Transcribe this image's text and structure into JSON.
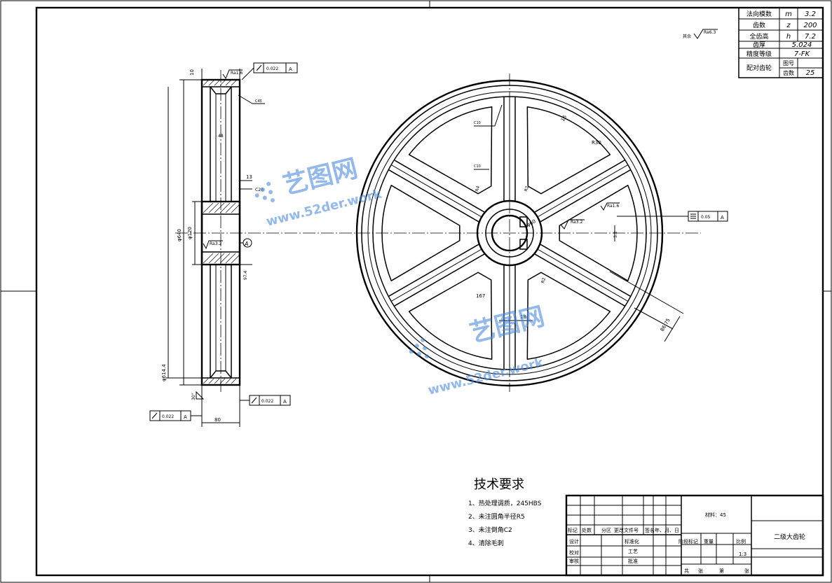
{
  "params_table": {
    "rows": [
      {
        "label": "法向模数",
        "symbol": "m",
        "value": "3.2"
      },
      {
        "label": "齿数",
        "symbol": "z",
        "value": "200"
      },
      {
        "label": "全齿高",
        "symbol": "h",
        "value": "7.2"
      },
      {
        "label": "齿厚",
        "symbol": "",
        "value": "5.024"
      },
      {
        "label": "精度等级",
        "symbol": "",
        "value": "7-FK"
      }
    ],
    "mating_label": "配对齿轮",
    "mating_drawing_no_label": "图号",
    "mating_teeth_label": "齿数",
    "mating_teeth_value": "25"
  },
  "surface_note": {
    "rest": "其余",
    "roughness": "Ra6.3"
  },
  "side_view": {
    "top_width": "10",
    "roughness_top": "Ra1.6",
    "runout_top": "0.022",
    "datum": "A",
    "chamfer_right": "C45",
    "inner_dim": "48",
    "hub_width": "13",
    "hub_chamfer": "C20",
    "outer_diameter": "φ640",
    "hub_diameter": "φ120",
    "bore_roughness": "Ra3.2",
    "datum_circle": "A",
    "keyway_dim": "97.4",
    "root_diameter": "φ614.4",
    "angle": "30°",
    "runout_bottom_right": "0.022",
    "runout_bottom_left": "0.022",
    "total_width": "80"
  },
  "front_view": {
    "chamfer_1": "C10",
    "chamfer_2": "C10",
    "rim_thick": "16",
    "radius_r": "R30",
    "spoke_dim": "R4",
    "hub_r": "R2",
    "bore": "φ60",
    "roughness_1": "Ra1.6",
    "roughness_2": "Ra3.2",
    "symmetry_tol": "0.05",
    "datum": "A",
    "keyway_depth": "3.2",
    "spoke_w": "167",
    "spoke_gap": "18",
    "bottom_r": "R2",
    "diag_dim": "86.75"
  },
  "tech_requirements": {
    "title": "技术要求",
    "items": [
      "1、热处理调质，245HBS",
      "2、未注圆角半径R5",
      "3、未注倒角C2",
      "4、清除毛刺"
    ]
  },
  "title_block": {
    "material": "材料：45",
    "drawing_name": "二级大齿轮",
    "headers": [
      "标记",
      "处数",
      "分区",
      "更改文件号",
      "签名",
      "年、月、日"
    ],
    "design": "设计",
    "standardization": "标准化",
    "check": "校对",
    "process": "工艺",
    "review": "审核",
    "approve": "批准",
    "stage_mark": "阶段标记",
    "weight": "重量",
    "scale_label": "比例",
    "scale": "1:3",
    "sheets_total": "共",
    "sheets_label": "张",
    "sheet_no": "第",
    "sheet_label2": "张"
  },
  "watermark": {
    "brand": "艺图网",
    "url": "www.52der.work"
  }
}
